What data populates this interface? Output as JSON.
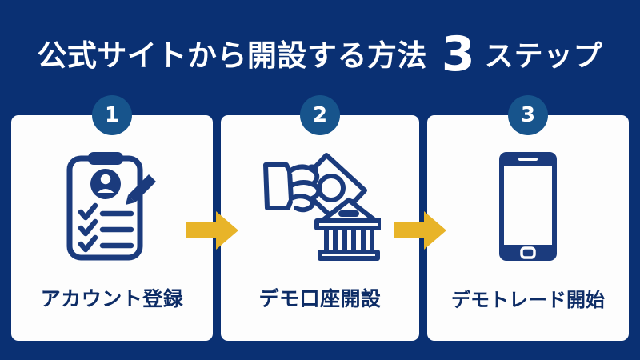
{
  "theme": {
    "background": "#0a3073",
    "card_background": "#fdfdfd",
    "badge_color": "#17548c",
    "arrow_color": "#e8b429",
    "icon_color": "#1b3b7d",
    "label_color": "#0d2c66",
    "title_color": "#ffffff"
  },
  "title": {
    "main": "公式サイトから開設する方法",
    "number": "3",
    "suffix": "ステップ"
  },
  "steps": [
    {
      "number": "1",
      "label": "アカウント登録",
      "icon": "clipboard-checklist-icon"
    },
    {
      "number": "2",
      "label": "デモ口座開設",
      "icon": "hand-bank-deposit-icon"
    },
    {
      "number": "3",
      "label": "デモトレード開始",
      "icon": "smartphone-icon"
    }
  ],
  "arrows": [
    {
      "name": "arrow-step-1-to-2",
      "glyph": "right-arrow-icon"
    },
    {
      "name": "arrow-step-2-to-3",
      "glyph": "right-arrow-icon"
    }
  ]
}
